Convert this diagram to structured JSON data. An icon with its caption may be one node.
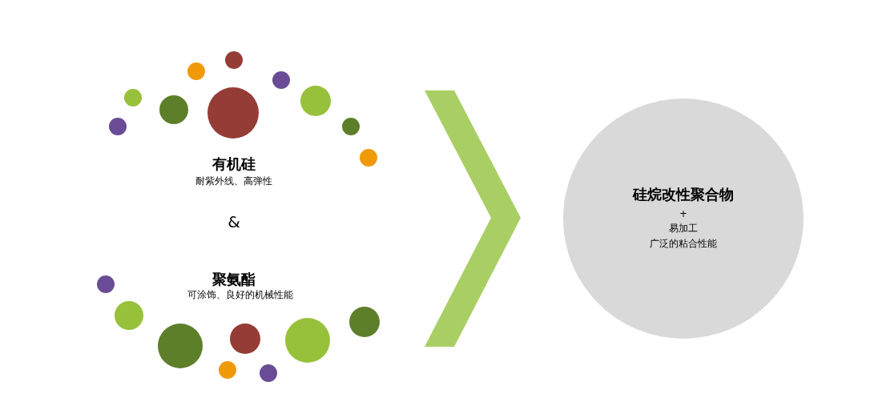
{
  "diagram": {
    "nodes": [
      {
        "text": [
          "硅烷改性聚合物",
          "+",
          "易加工",
          "广泛的粘合性能"
        ]
      }
    ],
    "labels": [
      "有机硅",
      "耐紫外线、高弹性",
      "&",
      "聚氨酯",
      "可涂饰、良好的机械性能"
    ]
  }
}
